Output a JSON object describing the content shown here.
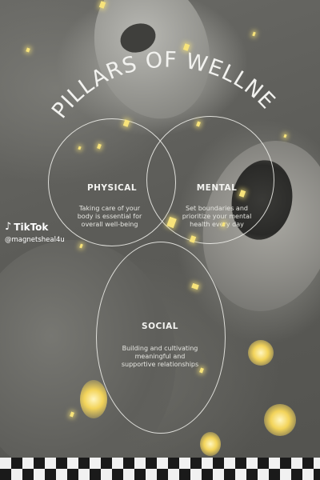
{
  "title": "3 PILLARS OF WELLNESS",
  "pillars": {
    "physical": {
      "label": "PHYSICAL",
      "line1": "Taking care of your",
      "line2": "body is essential for",
      "line3": "overall well-being"
    },
    "mental": {
      "label": "MENTAL",
      "line1": "Set boundaries and",
      "line2": "prioritize your mental",
      "line3": "health every day"
    },
    "social": {
      "label": "SOCIAL",
      "line1": "Building and cultivating",
      "line2": "meaningful and",
      "line3": "supportive relationships"
    }
  },
  "watermark": {
    "brand": "TikTok",
    "handle": "@magnetsheal4u",
    "logo_icon": "tiktok-note-icon"
  },
  "colors": {
    "sparkle": "#f7e37a",
    "text": "#f2f2ef"
  }
}
